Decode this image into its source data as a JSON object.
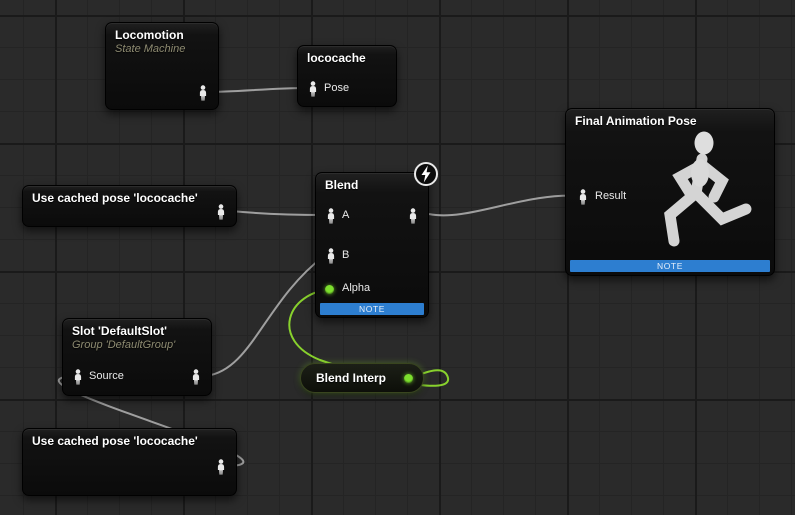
{
  "graph": {
    "editor": "Animation Blueprint AnimGraph",
    "nodes": {
      "locomotion": {
        "title": "Locomotion",
        "subtitle": "State Machine"
      },
      "lococache": {
        "title": "lococache",
        "pin_pose": "Pose"
      },
      "cached_mid": {
        "title": "Use cached pose 'lococache'"
      },
      "blend": {
        "title": "Blend",
        "pin_a": "A",
        "pin_b": "B",
        "pin_alpha": "Alpha",
        "note": "NOTE"
      },
      "final_pose": {
        "title": "Final Animation Pose",
        "pin_result": "Result",
        "note": "NOTE"
      },
      "slot": {
        "title": "Slot 'DefaultSlot'",
        "subtitle": "Group 'DefaultGroup'",
        "pin_source": "Source"
      },
      "blend_interp": {
        "title": "Blend Interp"
      },
      "cached_bottom": {
        "title": "Use cached pose 'lococache'"
      }
    },
    "connections": [
      "locomotion.out -> lococache.Pose",
      "cached_mid.out -> blend.A",
      "blend.out -> final_pose.Result",
      "slot.out -> blend.B",
      "blend_interp.out -> blend.Alpha",
      "cached_bottom.out -> slot.Source"
    ],
    "colors": {
      "background": "#2a2a2a",
      "note_bar": "#2d7ed0",
      "float_pin_green": "#7ddf2e",
      "wire_gray": "#a9a9a9",
      "wire_green": "#90e02e"
    }
  }
}
